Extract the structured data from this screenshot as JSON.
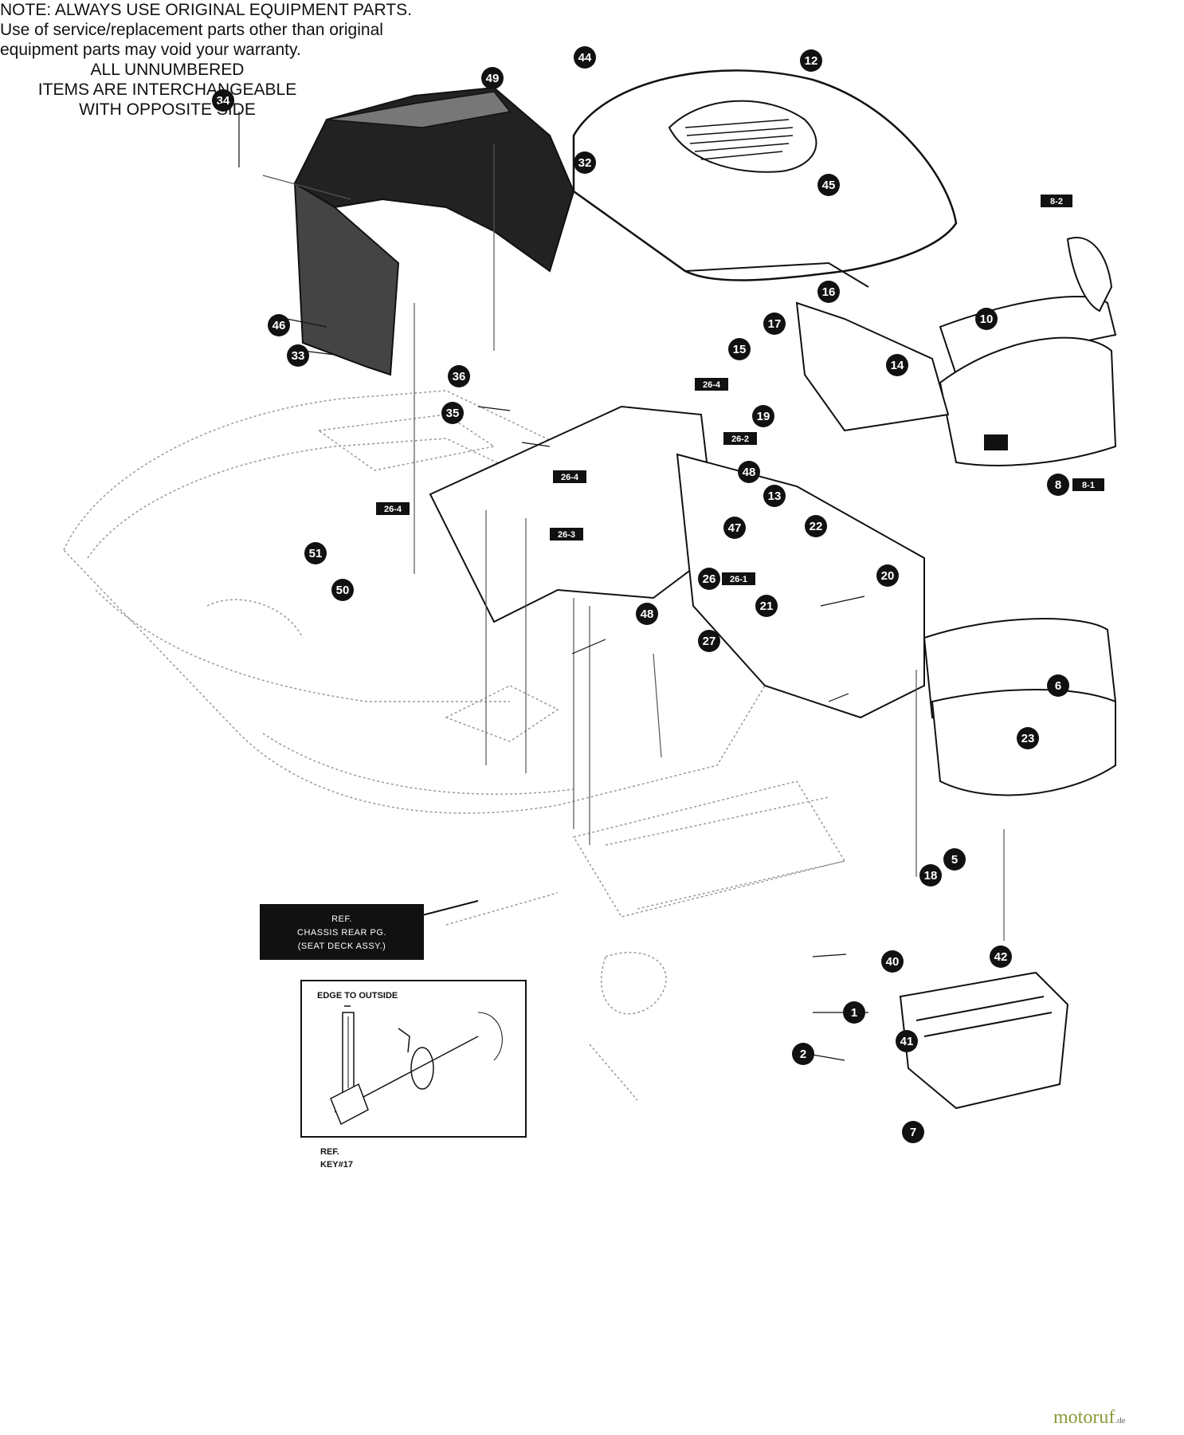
{
  "callouts": [
    "1",
    "2",
    "5",
    "6",
    "7",
    "8",
    "10",
    "12",
    "13",
    "14",
    "15",
    "16",
    "17",
    "18",
    "19",
    "20",
    "21",
    "22",
    "23",
    "26",
    "27",
    "32",
    "33",
    "34",
    "35",
    "36",
    "40",
    "41",
    "42",
    "44",
    "45",
    "46",
    "47",
    "48",
    "48",
    "49",
    "50",
    "51"
  ],
  "tags": [
    "8-2",
    "8-1",
    "26-4",
    "26-2",
    "26-4",
    "26-4",
    "26-3",
    "26-1"
  ],
  "ref_chassis": {
    "line1": "REF.",
    "line2": "CHASSIS REAR PG.",
    "line3": "(SEAT DECK ASSY.)"
  },
  "inset": {
    "edge_label": "EDGE TO OUTSIDE",
    "ref_line1": "REF.",
    "ref_line2": "KEY#17"
  },
  "note": {
    "line1": "NOTE: ALWAYS USE ORIGINAL EQUIPMENT PARTS.",
    "line2": "Use of service/replacement parts other than original",
    "line3": "equipment parts may void your warranty."
  },
  "unnumbered": {
    "line1": "ALL UNNUMBERED",
    "line2": "ITEMS ARE INTERCHANGEABLE",
    "line3": "WITH OPPOSITE SIDE"
  },
  "watermark": {
    "brand": "motoruf",
    "suffix": ".de"
  }
}
